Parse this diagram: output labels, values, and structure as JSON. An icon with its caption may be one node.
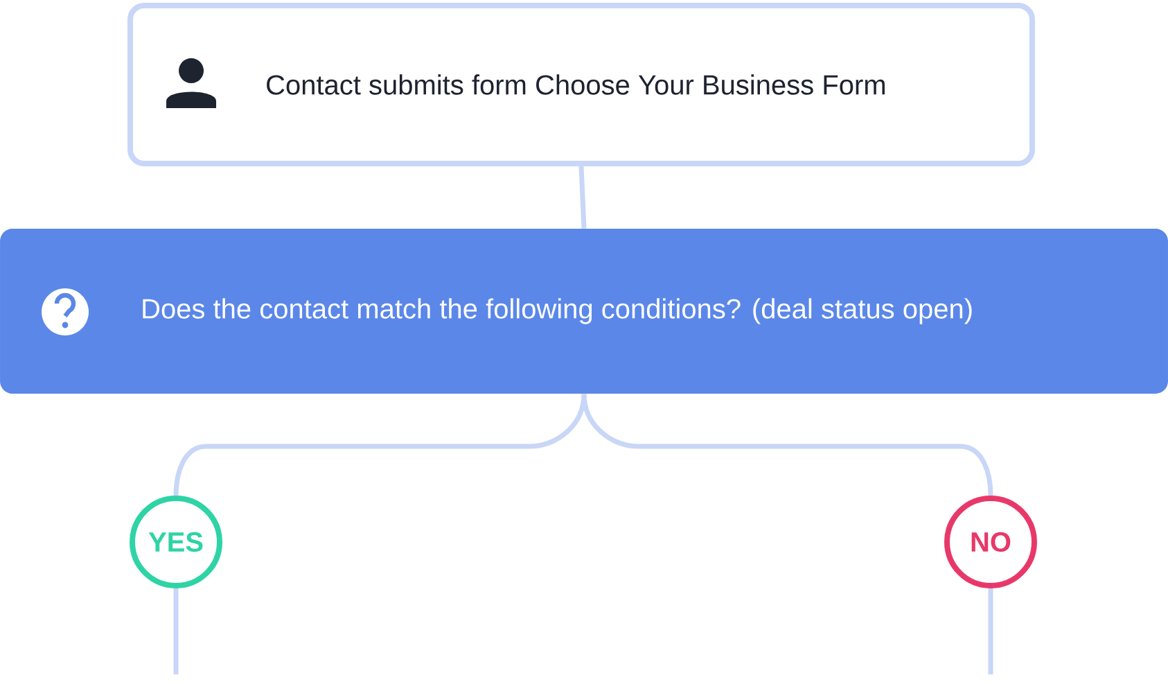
{
  "diagram": {
    "nodes": [
      {
        "text": [
          "Contact submits form Choose Your Business Form"
        ]
      },
      {
        "text": [
          "Does the contact match the following conditions? (deal status open)"
        ]
      },
      {
        "text": [
          "YES"
        ]
      },
      {
        "text": [
          "NO"
        ]
      }
    ],
    "edges": [
      {
        "from": 0,
        "to": 1,
        "arrow": "none"
      },
      {
        "from": 1,
        "to": 2,
        "arrow": "none"
      },
      {
        "from": 1,
        "to": 3,
        "arrow": "none"
      },
      {
        "from": 2,
        "to": null,
        "arrow": "none"
      },
      {
        "from": 3,
        "to": null,
        "arrow": "none"
      }
    ]
  }
}
